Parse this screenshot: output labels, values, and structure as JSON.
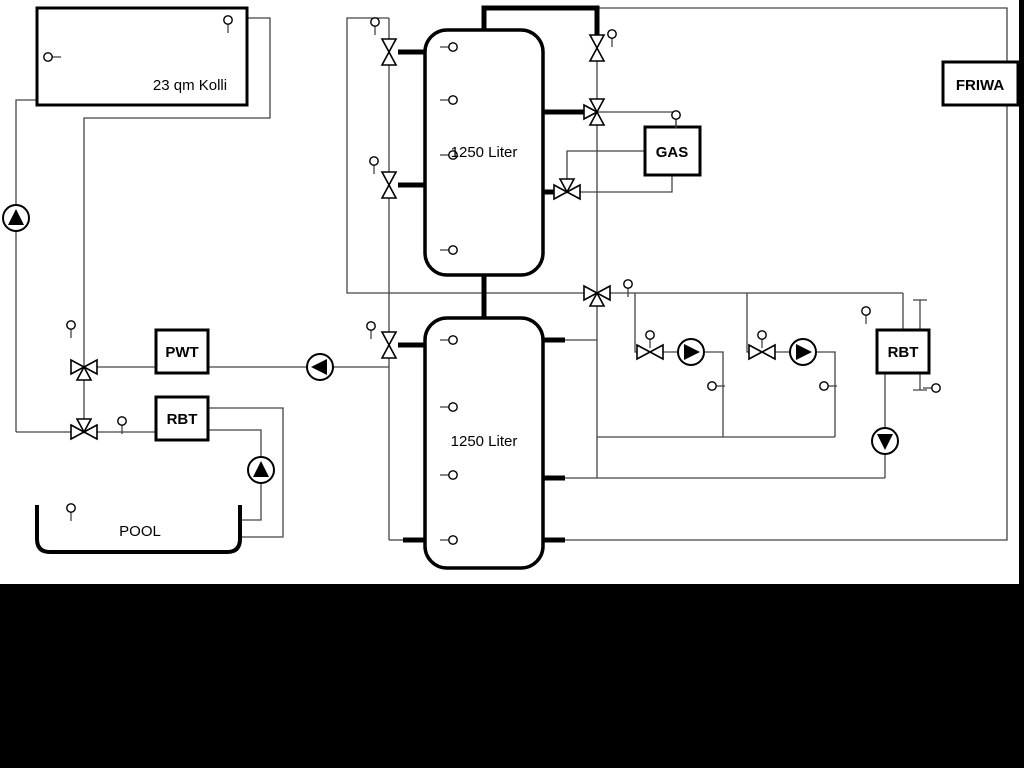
{
  "schematic": {
    "collector": "23 qm Kolli",
    "tank_upper": "1250 Liter",
    "tank_lower": "1250 Liter",
    "gas_boiler": "GAS",
    "friwa": "FRIWA",
    "pwt": "PWT",
    "rbt_pool": "RBT",
    "rbt_heating": "RBT",
    "pool": "POOL"
  },
  "colors": {
    "background": "#ffffff",
    "letterbox": "#000000",
    "line_thin": "#444444",
    "line_thick": "#000000"
  }
}
